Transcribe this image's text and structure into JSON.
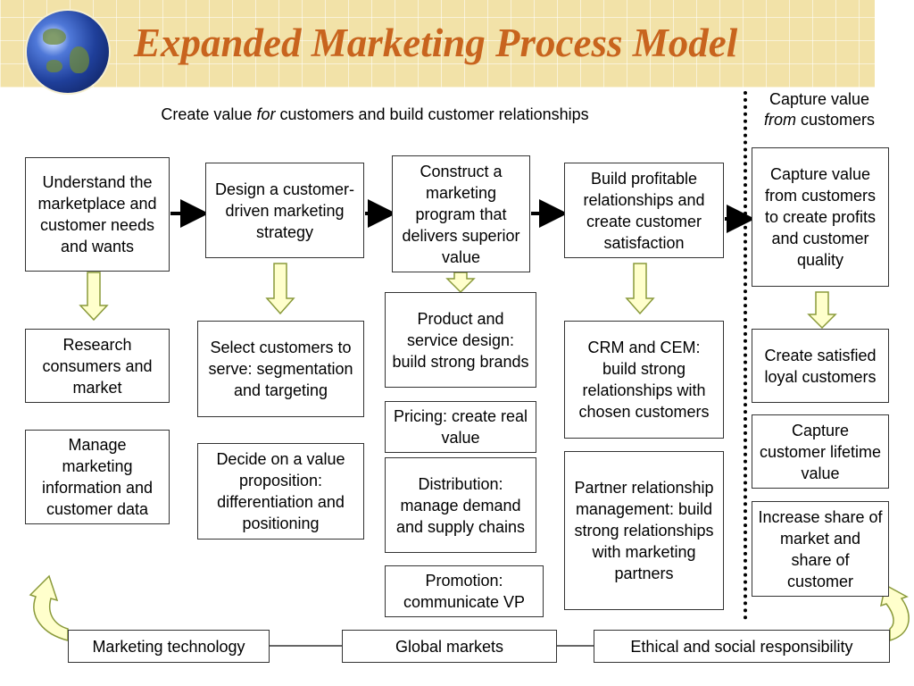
{
  "title": "Expanded Marketing Process Model",
  "header_left": {
    "pre": "Create value ",
    "em": "for",
    "post": " customers and build customer relationships"
  },
  "header_right": {
    "line1": "Capture value",
    "em": "from",
    "line2_post": " customers"
  },
  "steps": {
    "understand": "Understand the marketplace and customer needs and wants",
    "design": "Design a customer-driven marketing strategy",
    "construct": "Construct a marketing program that delivers superior value",
    "build": "Build profitable relationships and create customer satisfaction",
    "capture": "Capture value from customers to create profits and customer quality"
  },
  "details": {
    "research": "Research consumers and market",
    "manage_info": "Manage marketing information and customer data",
    "select": "Select customers to serve: segmentation and targeting",
    "decide": "Decide on a value proposition: differentiation and positioning",
    "product": "Product and service design: build strong brands",
    "pricing": "Pricing: create real value",
    "distribution": "Distribution: manage demand and supply chains",
    "promotion": "Promotion: communicate VP",
    "crm": "CRM and CEM: build strong relationships with chosen customers",
    "partner": "Partner relationship management: build strong relationships with marketing partners",
    "loyal": "Create satisfied loyal customers",
    "lifetime": "Capture customer lifetime value",
    "share": "Increase share of market and share of customer"
  },
  "bottom": {
    "tech": "Marketing technology",
    "global": "Global markets",
    "ethical": "Ethical and social responsibility"
  },
  "colors": {
    "title": "#c8641e",
    "banner": "#f2e2a8",
    "down_arrow_fill": "#ffffcc",
    "down_arrow_stroke": "#8a9a3a"
  }
}
